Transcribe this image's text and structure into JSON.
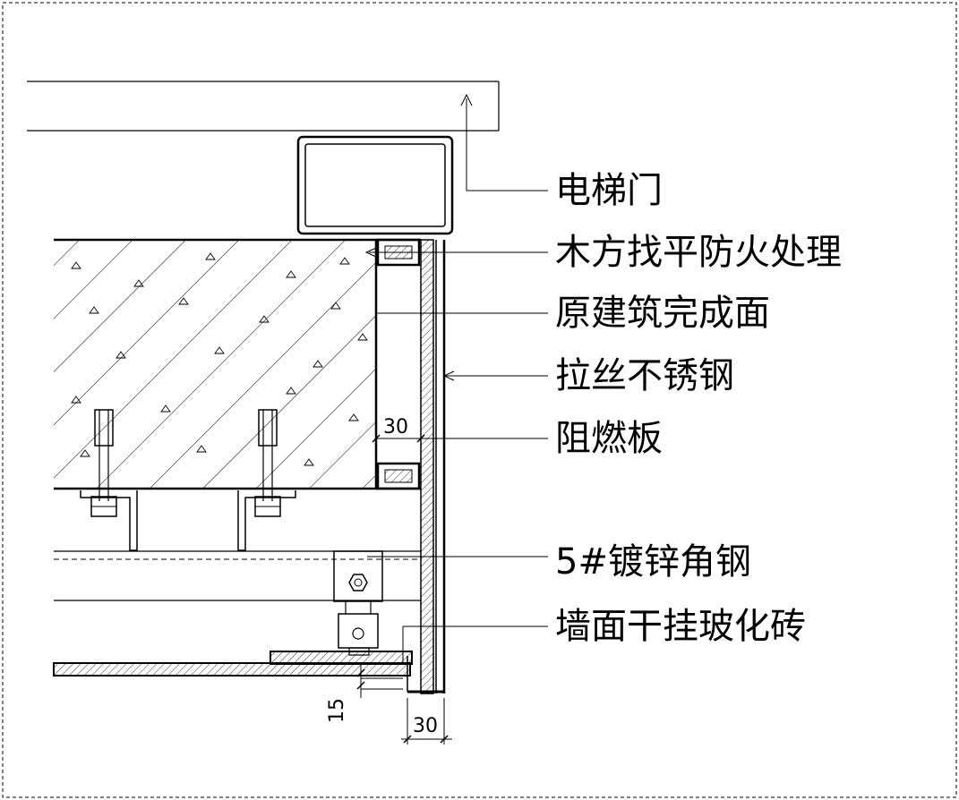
{
  "labels": {
    "elevator_door": "电梯门",
    "wood_batten": "木方找平防火处理",
    "original_surface": "原建筑完成面",
    "brushed_steel": "拉丝不锈钢",
    "fire_board": "阻燃板",
    "angle_steel": "5#镀锌角钢",
    "wall_tile": "墙面干挂玻化砖"
  },
  "dimensions": {
    "board_gap": "30",
    "tile_offset": "15",
    "bottom_width": "30"
  }
}
